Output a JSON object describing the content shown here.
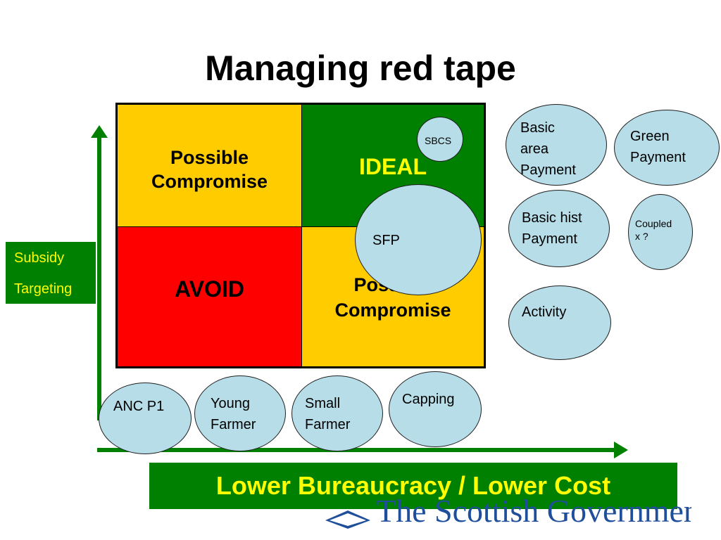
{
  "title": "Managing red tape",
  "quadrants": {
    "top_left": "Possible\nCompromise",
    "top_right": "IDEAL",
    "bottom_left": "AVOID",
    "bottom_right": "Possible\nCompromise"
  },
  "y_axis_label": [
    "Subsidy",
    "Targeting"
  ],
  "x_axis_label": "Lower Bureaucracy / Lower Cost",
  "ovals": {
    "sbcs": "SBCS",
    "sfp": "SFP",
    "basic_area": "Basic\narea\nPayment",
    "green": "Green\nPayment",
    "basic_hist": "Basic hist\nPayment",
    "coupled": "Coupled\nx ?",
    "activity": "Activity",
    "anc": "ANC P1",
    "young": "Young\nFarmer",
    "small": "Small\nFarmer",
    "capping": "Capping"
  },
  "logo_text": "The Scottish Government",
  "colors": {
    "green": "#008000",
    "yellow_text": "#ffff00",
    "amber": "#ffcc00",
    "red": "#ff0000",
    "oval_fill": "#b7dde8"
  }
}
